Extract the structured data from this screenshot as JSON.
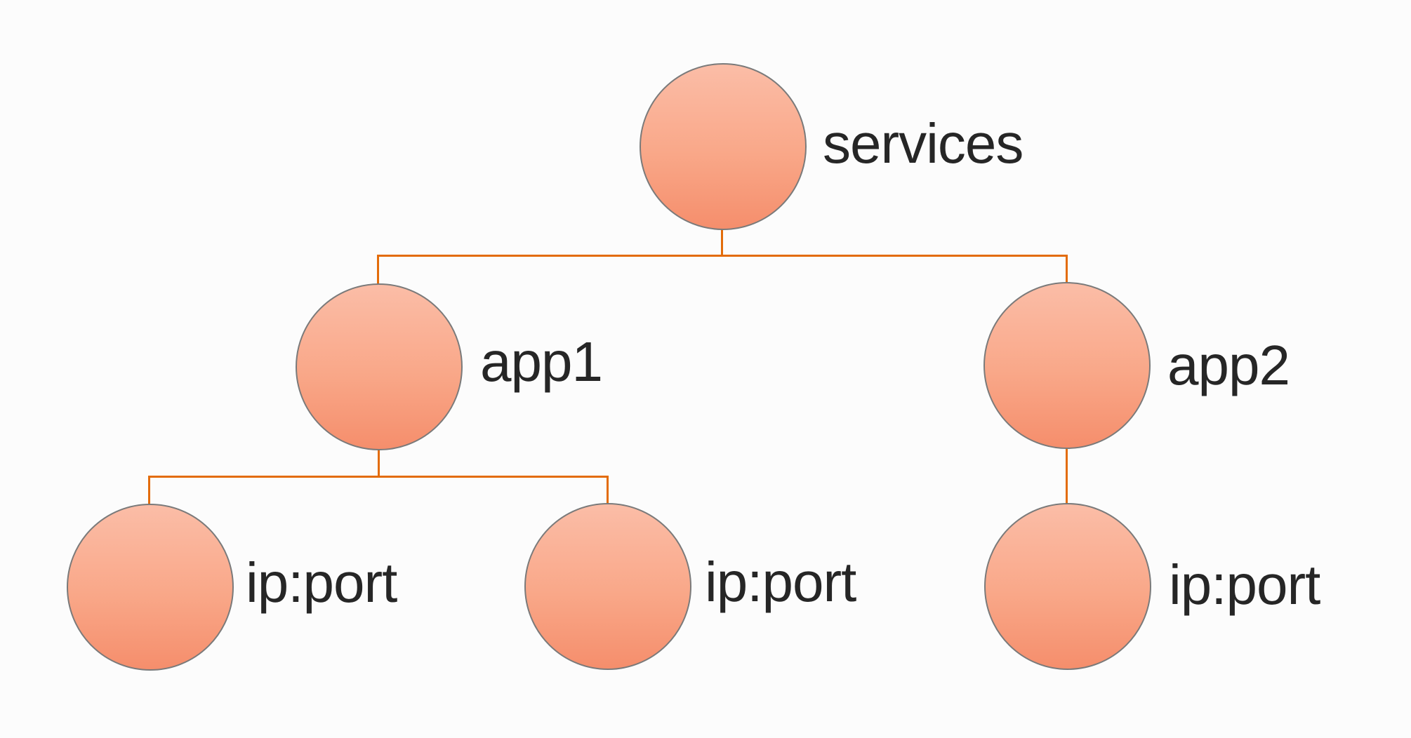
{
  "canvas": {
    "colors": {
      "background": "#fcfcfc",
      "node_fill_top": "#fbbda7",
      "node_fill_bottom": "#f58e6c",
      "node_border": "#7a7a7a",
      "connector": "#e36c0a",
      "label_color": "#262626"
    }
  },
  "diagram": {
    "type": "tree",
    "nodes": {
      "services": {
        "label": "services"
      },
      "app1": {
        "label": "app1"
      },
      "app2": {
        "label": "app2"
      },
      "app1_child1": {
        "label": "ip:port"
      },
      "app1_child2": {
        "label": "ip:port"
      },
      "app2_child1": {
        "label": "ip:port"
      }
    },
    "edges": [
      {
        "from": "services",
        "to": "app1"
      },
      {
        "from": "services",
        "to": "app2"
      },
      {
        "from": "app1",
        "to": "app1_child1"
      },
      {
        "from": "app1",
        "to": "app1_child2"
      },
      {
        "from": "app2",
        "to": "app2_child1"
      }
    ]
  }
}
